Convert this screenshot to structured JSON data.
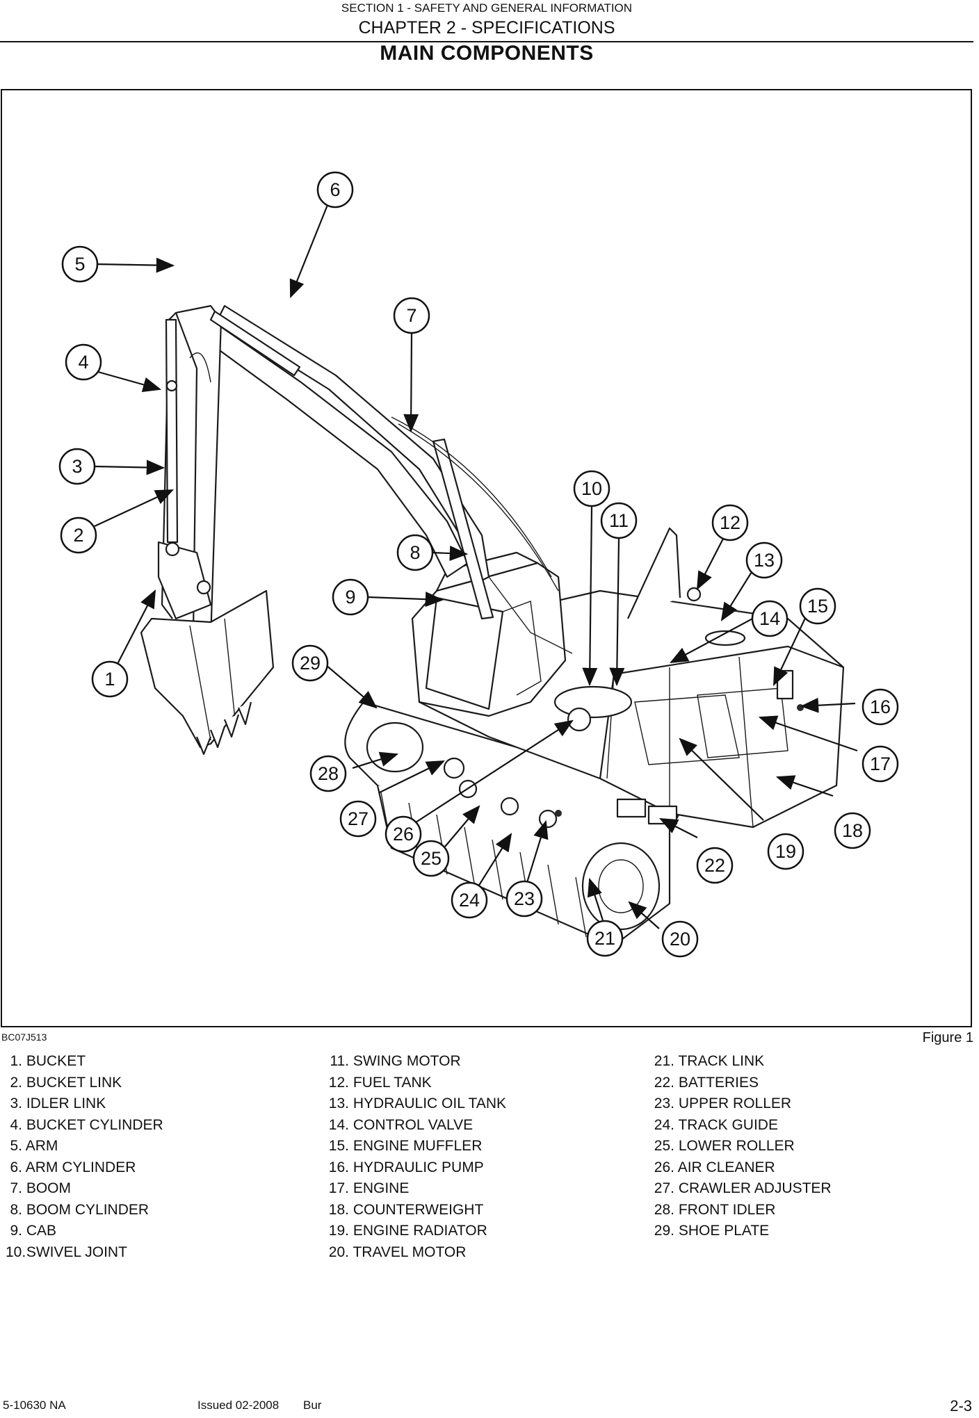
{
  "header": {
    "section": "SECTION 1 - SAFETY AND GENERAL INFORMATION",
    "chapter": "CHAPTER 2 - SPECIFICATIONS",
    "title": "MAIN COMPONENTS"
  },
  "figure": {
    "code": "BC07J513",
    "label": "Figure 1",
    "callouts": [
      "1",
      "2",
      "3",
      "4",
      "5",
      "6",
      "7",
      "8",
      "9",
      "10",
      "11",
      "12",
      "13",
      "14",
      "15",
      "16",
      "17",
      "18",
      "19",
      "20",
      "21",
      "22",
      "23",
      "24",
      "25",
      "26",
      "27",
      "28",
      "29"
    ]
  },
  "legend": {
    "col1": [
      {
        "num": "1.",
        "name": "BUCKET"
      },
      {
        "num": "2.",
        "name": "BUCKET LINK"
      },
      {
        "num": "3.",
        "name": "IDLER LINK"
      },
      {
        "num": "4.",
        "name": "BUCKET CYLINDER"
      },
      {
        "num": "5.",
        "name": "ARM"
      },
      {
        "num": "6.",
        "name": "ARM CYLINDER"
      },
      {
        "num": "7.",
        "name": "BOOM"
      },
      {
        "num": "8.",
        "name": "BOOM CYLINDER"
      },
      {
        "num": "9.",
        "name": "CAB"
      },
      {
        "num": "10.",
        "name": "SWIVEL JOINT"
      }
    ],
    "col2": [
      {
        "num": "11.",
        "name": "SWING MOTOR"
      },
      {
        "num": "12.",
        "name": "FUEL TANK"
      },
      {
        "num": "13.",
        "name": "HYDRAULIC OIL TANK"
      },
      {
        "num": "14.",
        "name": "CONTROL VALVE"
      },
      {
        "num": "15.",
        "name": "ENGINE MUFFLER"
      },
      {
        "num": "16.",
        "name": "HYDRAULIC PUMP"
      },
      {
        "num": "17.",
        "name": "ENGINE"
      },
      {
        "num": "18.",
        "name": "COUNTERWEIGHT"
      },
      {
        "num": "19.",
        "name": "ENGINE RADIATOR"
      },
      {
        "num": "20.",
        "name": "TRAVEL MOTOR"
      }
    ],
    "col3": [
      {
        "num": "21.",
        "name": "TRACK LINK"
      },
      {
        "num": "22.",
        "name": "BATTERIES"
      },
      {
        "num": "23.",
        "name": "UPPER ROLLER"
      },
      {
        "num": "24.",
        "name": "TRACK GUIDE"
      },
      {
        "num": "25.",
        "name": "LOWER ROLLER"
      },
      {
        "num": "26.",
        "name": "AIR CLEANER"
      },
      {
        "num": "27.",
        "name": "CRAWLER ADJUSTER"
      },
      {
        "num": "28.",
        "name": "FRONT IDLER"
      },
      {
        "num": "29.",
        "name": "SHOE PLATE"
      }
    ]
  },
  "footer": {
    "doc_number": "5-10630 NA",
    "issued": "Issued 02-2008",
    "language": "Bur",
    "page": "2-3"
  }
}
